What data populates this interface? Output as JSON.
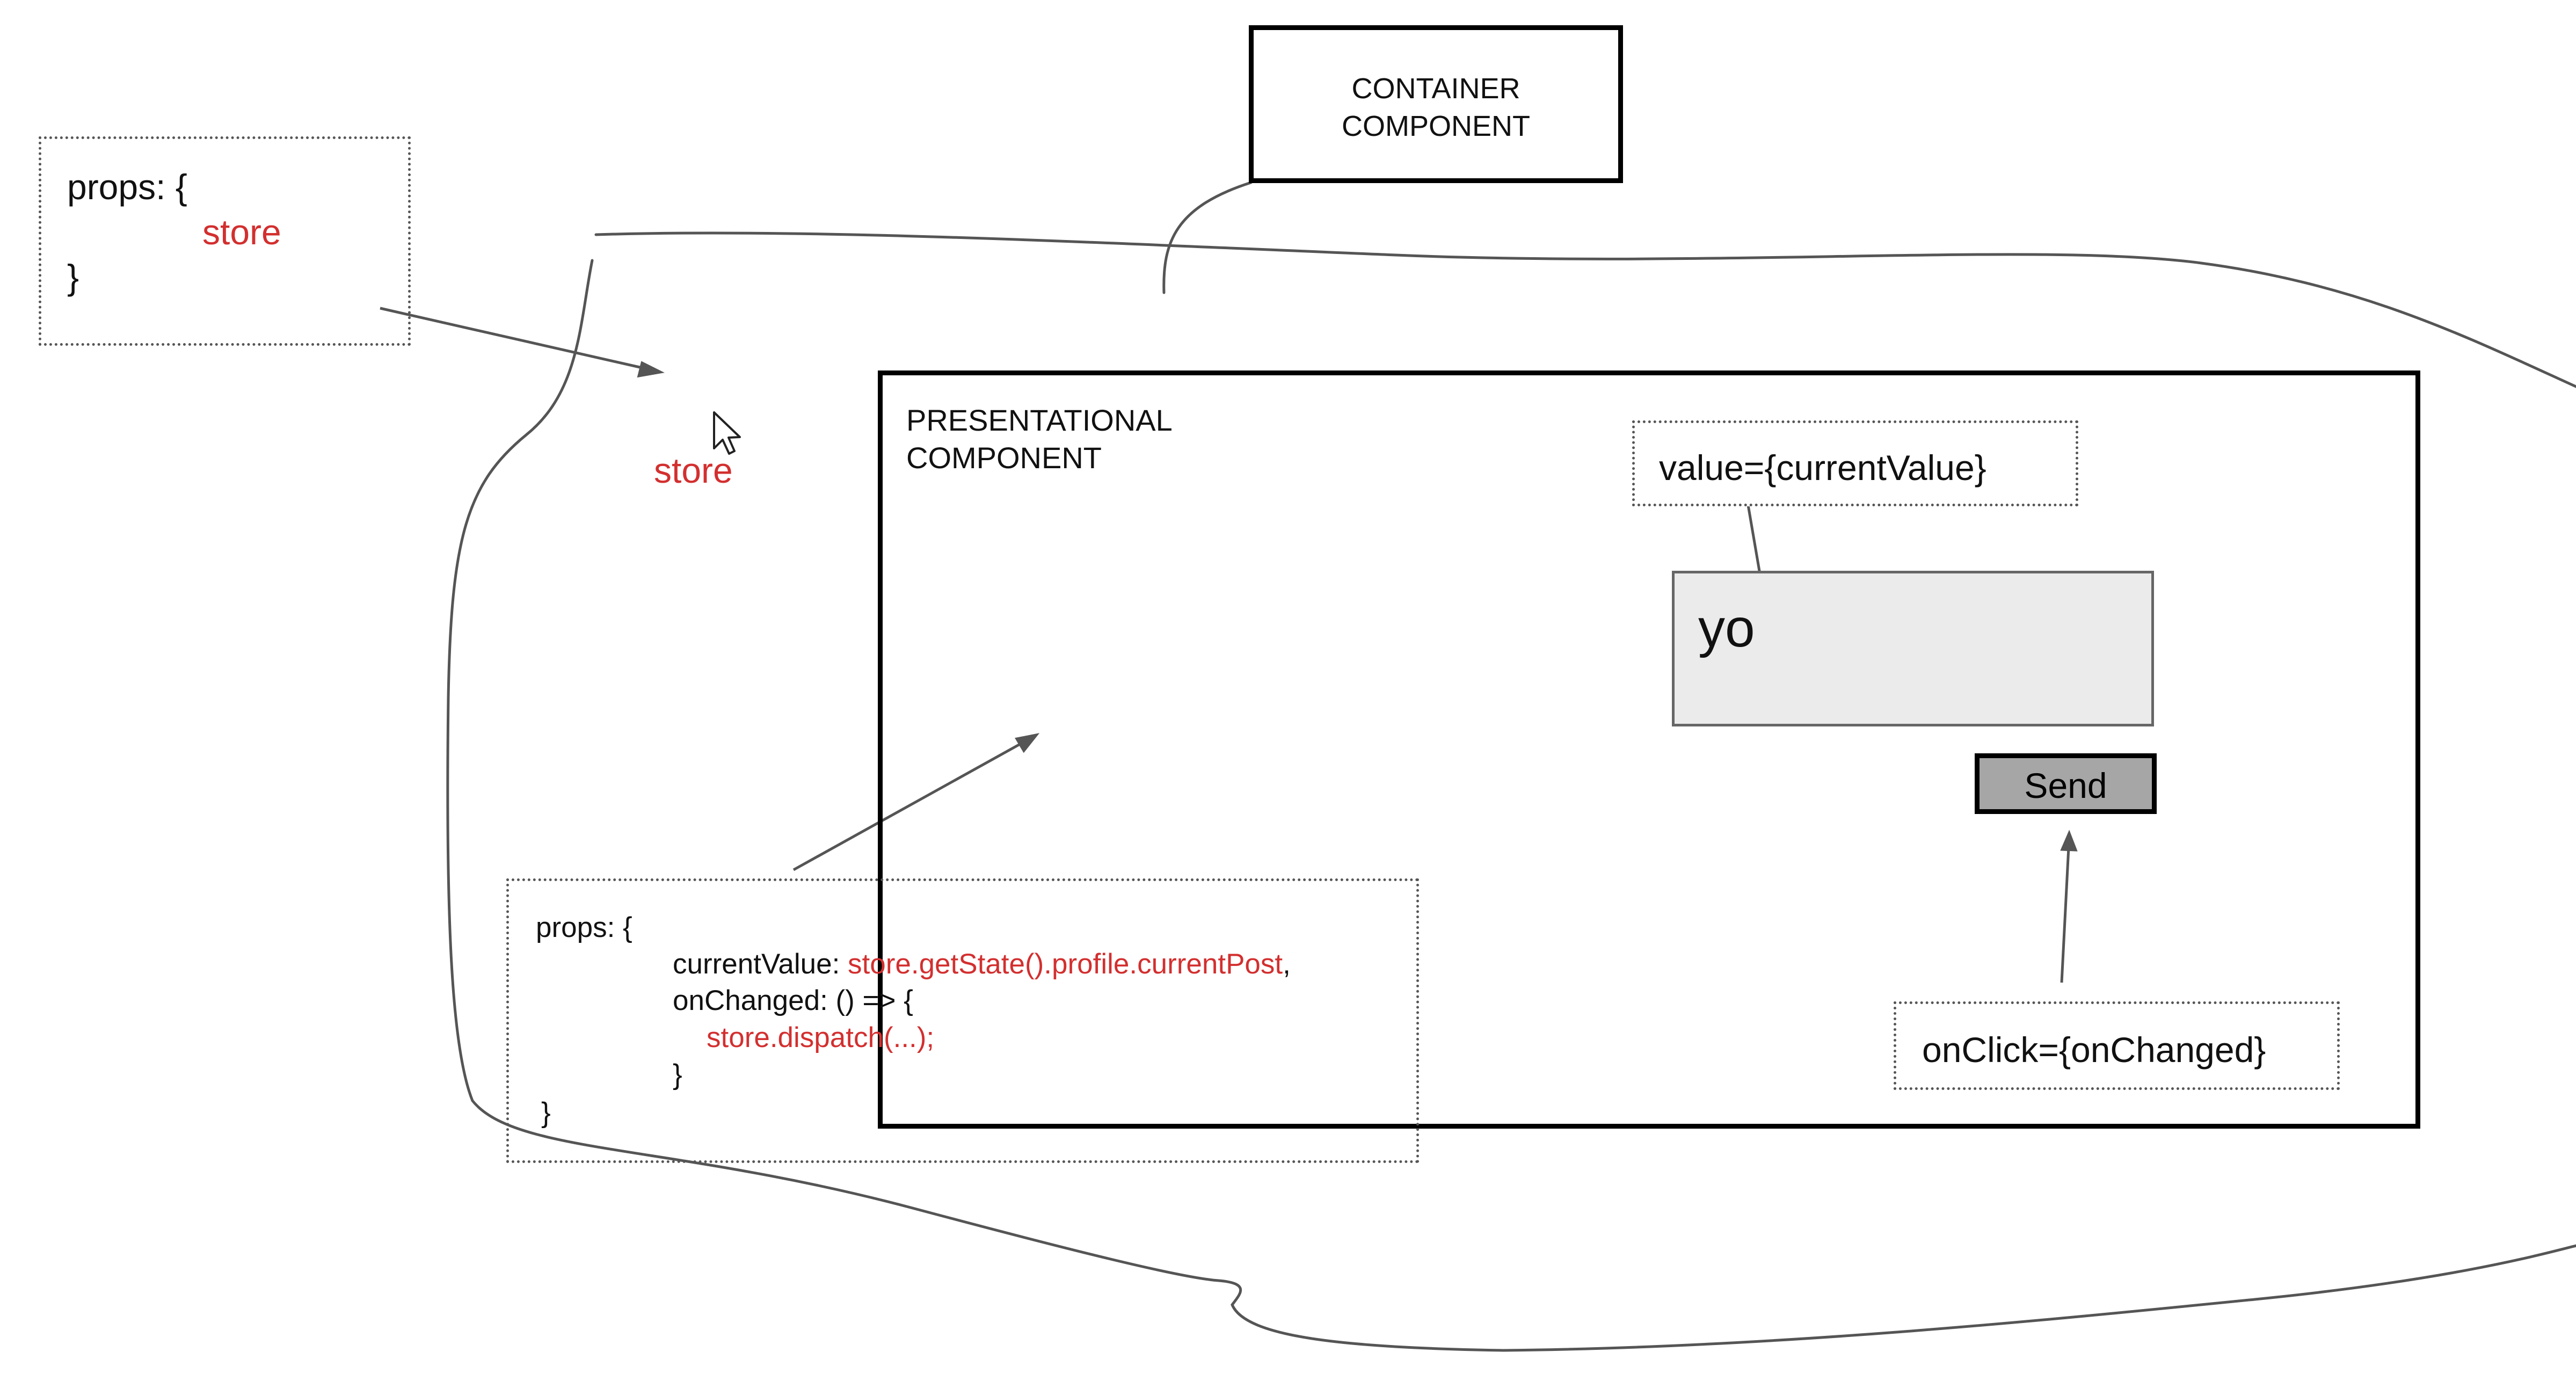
{
  "container_label": {
    "line1": "CONTAINER",
    "line2": "COMPONENT"
  },
  "presentational_label": {
    "line1": "PRESENTATIONAL",
    "line2": "COMPONENT"
  },
  "top_props_note": {
    "open": "props: {",
    "store": "store",
    "close": "}"
  },
  "store_label": "store",
  "value_note": "value={currentValue}",
  "input_value": "yo",
  "send_button": "Send",
  "onclick_note": "onClick={onChanged}",
  "bottom_props_note": {
    "open": "props: {",
    "current_value_key": "currentValue: ",
    "current_value_expr": "store.getState().profile.currentPost",
    "current_value_comma": ",",
    "on_changed_key": "onChanged: () => {",
    "dispatch": "store.dispatch(...);",
    "inner_close": "}",
    "close": "}"
  },
  "colors": {
    "accent": "#d32f2f",
    "stroke": "#555555",
    "input_bg": "#ebebeb",
    "button_bg": "#a6a6a6"
  }
}
